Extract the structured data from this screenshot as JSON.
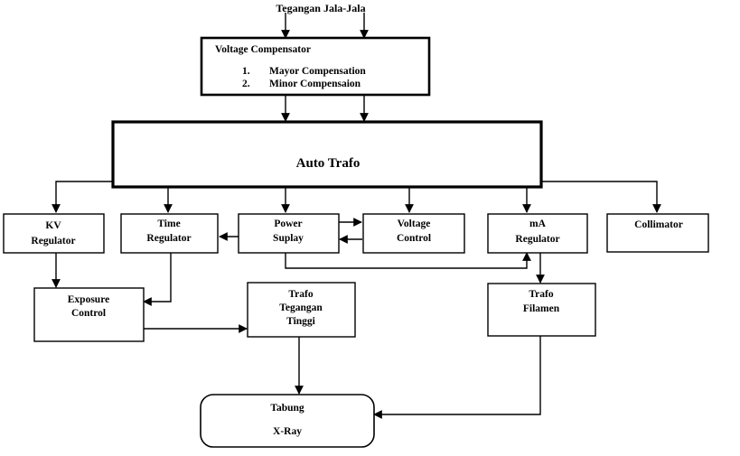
{
  "input_label": "Tegangan Jala-Jala",
  "voltage_compensator": {
    "title": "Voltage Compensator",
    "items": [
      {
        "num": "1.",
        "text": "Mayor Compensation"
      },
      {
        "num": "2.",
        "text": "Minor Compensaion"
      }
    ]
  },
  "auto_trafo": "Auto Trafo",
  "kv_regulator": [
    "KV",
    "Regulator"
  ],
  "time_regulator": [
    "Time",
    "Regulator"
  ],
  "power_suplay": [
    "Power",
    "Suplay"
  ],
  "voltage_control": [
    "Voltage",
    "Control"
  ],
  "ma_regulator": [
    "mA",
    "Regulator"
  ],
  "collimator": [
    "Collimator"
  ],
  "exposure_control": [
    "Exposure",
    "Control"
  ],
  "trafo_tegangan_tinggi": [
    "Trafo",
    "Tegangan",
    "Tinggi"
  ],
  "trafo_filamen": [
    "Trafo",
    "Filamen"
  ],
  "tabung_xray": [
    "Tabung",
    "X-Ray"
  ]
}
